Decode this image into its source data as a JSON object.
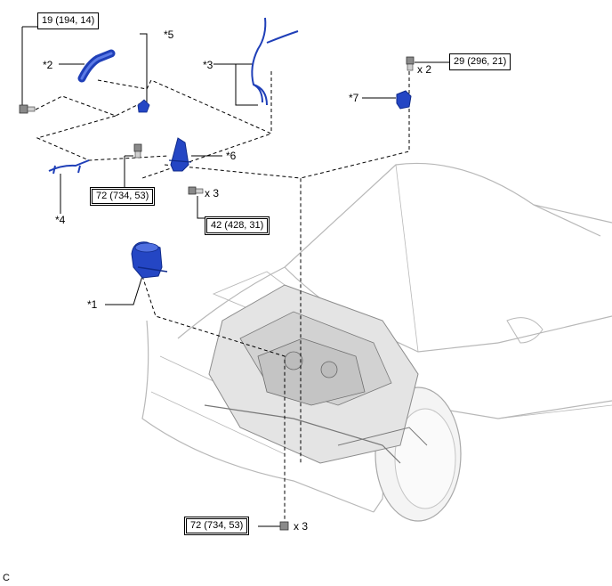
{
  "callouts": {
    "c1": "*1",
    "c2": "*2",
    "c3": "*3",
    "c4": "*4",
    "c5": "*5",
    "c6": "*6",
    "c7": "*7"
  },
  "torque": {
    "t_19": "19 (194, 14)",
    "t_29": "29 (296, 21)",
    "t_72_top": "72 (734, 53)",
    "t_42": "42 (428, 31)",
    "t_72_bottom": "72 (734, 53)"
  },
  "quantities": {
    "q_29": "x 2",
    "q_42": "x 3",
    "q_72_bottom": "x 3"
  },
  "figure_code": "C",
  "colors": {
    "part_blue": "#1f3fb8",
    "line": "#000000",
    "car_outline": "#b8b8b8"
  }
}
